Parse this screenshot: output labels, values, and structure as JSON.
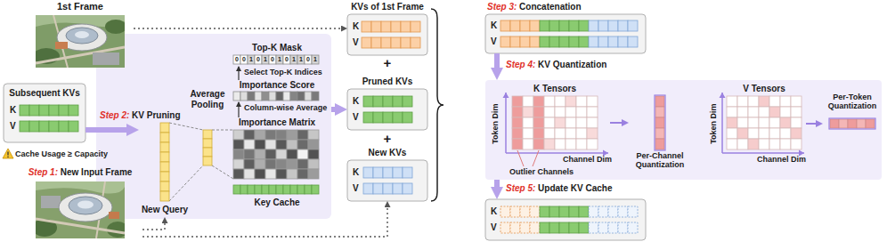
{
  "diagram": {
    "nodes": [
      {
        "text": [
          "1st Frame"
        ]
      },
      {
        "text": [
          "Subsequent KVs",
          "K",
          "V"
        ]
      },
      {
        "text": [
          "Step 1: New Input Frame"
        ]
      },
      {
        "text": [
          "Step 2: KV Pruning"
        ]
      },
      {
        "text": [
          "Top-K Mask"
        ],
        "in": 3
      },
      {
        "text": [
          "Importance Score"
        ],
        "in": 3
      },
      {
        "text": [
          "Importance Matrix"
        ],
        "in": 3
      },
      {
        "text": [
          "Key Cache"
        ],
        "in": 3
      },
      {
        "text": [
          "Average Pooling"
        ],
        "in": 3
      },
      {
        "text": [
          "New Query"
        ],
        "in": 3
      },
      {
        "text": [
          "KVs of 1st Frame",
          "K",
          "V"
        ]
      },
      {
        "text": [
          "Pruned KVs",
          "K",
          "V"
        ]
      },
      {
        "text": [
          "New KVs",
          "K",
          "V"
        ]
      },
      {
        "text": [
          "Step 3: Concatenation",
          "K",
          "V"
        ]
      },
      {
        "text": [
          "K Tensors"
        ]
      },
      {
        "text": [
          "Per-Channel Quantization"
        ]
      },
      {
        "text": [
          "V Tensors"
        ]
      },
      {
        "text": [
          "Per-Token Quantization"
        ]
      },
      {
        "text": [
          "K",
          "V"
        ]
      }
    ],
    "edges": [
      {
        "from": 0,
        "to": 10,
        "arrow": "to"
      },
      {
        "from": 1,
        "to": 9,
        "arrow": "to"
      },
      {
        "from": 2,
        "to": 9,
        "arrow": "to"
      },
      {
        "from": 2,
        "to": 12,
        "arrow": "to"
      },
      {
        "from": 6,
        "to": 5,
        "arrow": "to",
        "label": "Column-wise Average"
      },
      {
        "from": 5,
        "to": 4,
        "arrow": "to",
        "label": "Select Top-K Indices"
      },
      {
        "from": 3,
        "to": 11,
        "arrow": "to"
      },
      {
        "from": 13,
        "to": 14,
        "arrow": "to",
        "label": "Step 4: KV Quantization"
      },
      {
        "from": 14,
        "to": 15,
        "arrow": "to"
      },
      {
        "from": 16,
        "to": 17,
        "arrow": "to"
      },
      {
        "from": 14,
        "to": 18,
        "arrow": "to",
        "label": "Step 5: Update KV Cache"
      }
    ],
    "labels": [
      "Cache Usage ≥ Capacity",
      "0",
      "0",
      "1",
      "0",
      "1",
      "0",
      "1",
      "0",
      "1",
      "1",
      "0",
      "1",
      "+",
      "+",
      "Token Dim",
      "Channel Dim",
      "Outlier Channels",
      "Token Dim",
      "Channel Dim"
    ]
  }
}
